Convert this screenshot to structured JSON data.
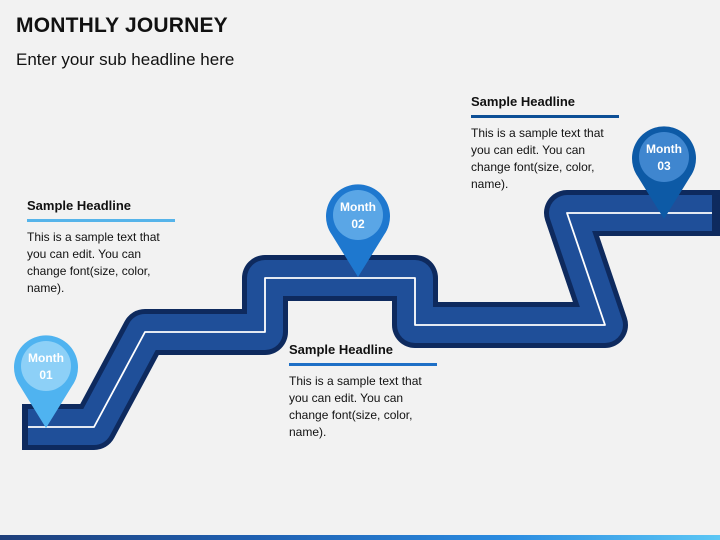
{
  "header": {
    "title": "MONTHLY JOURNEY",
    "subtitle": "Enter your sub headline here"
  },
  "colors": {
    "road_outer": "#0e2a5e",
    "road_inner": "#1f4f99",
    "road_line": "#ffffff",
    "pin_month1": "#4fb3f0",
    "pin_month2": "#1e78cf",
    "pin_month3": "#0d5aa6",
    "rule_light": "#56b4ea",
    "rule_mid": "#1e6fc6",
    "rule_dark": "#0d4f96"
  },
  "milestones": [
    {
      "month_word": "Month",
      "month_num": "01",
      "headline": "Sample Headline",
      "text": "This is a sample text that you can edit. You can change font(size, color, name)."
    },
    {
      "month_word": "Month",
      "month_num": "02",
      "headline": "Sample Headline",
      "text": "This is a sample text that you can edit. You can change font(size, color, name)."
    },
    {
      "month_word": "Month",
      "month_num": "03",
      "headline": "Sample Headline",
      "text": "This is a sample text that you can edit. You can change font(size, color, name)."
    }
  ]
}
